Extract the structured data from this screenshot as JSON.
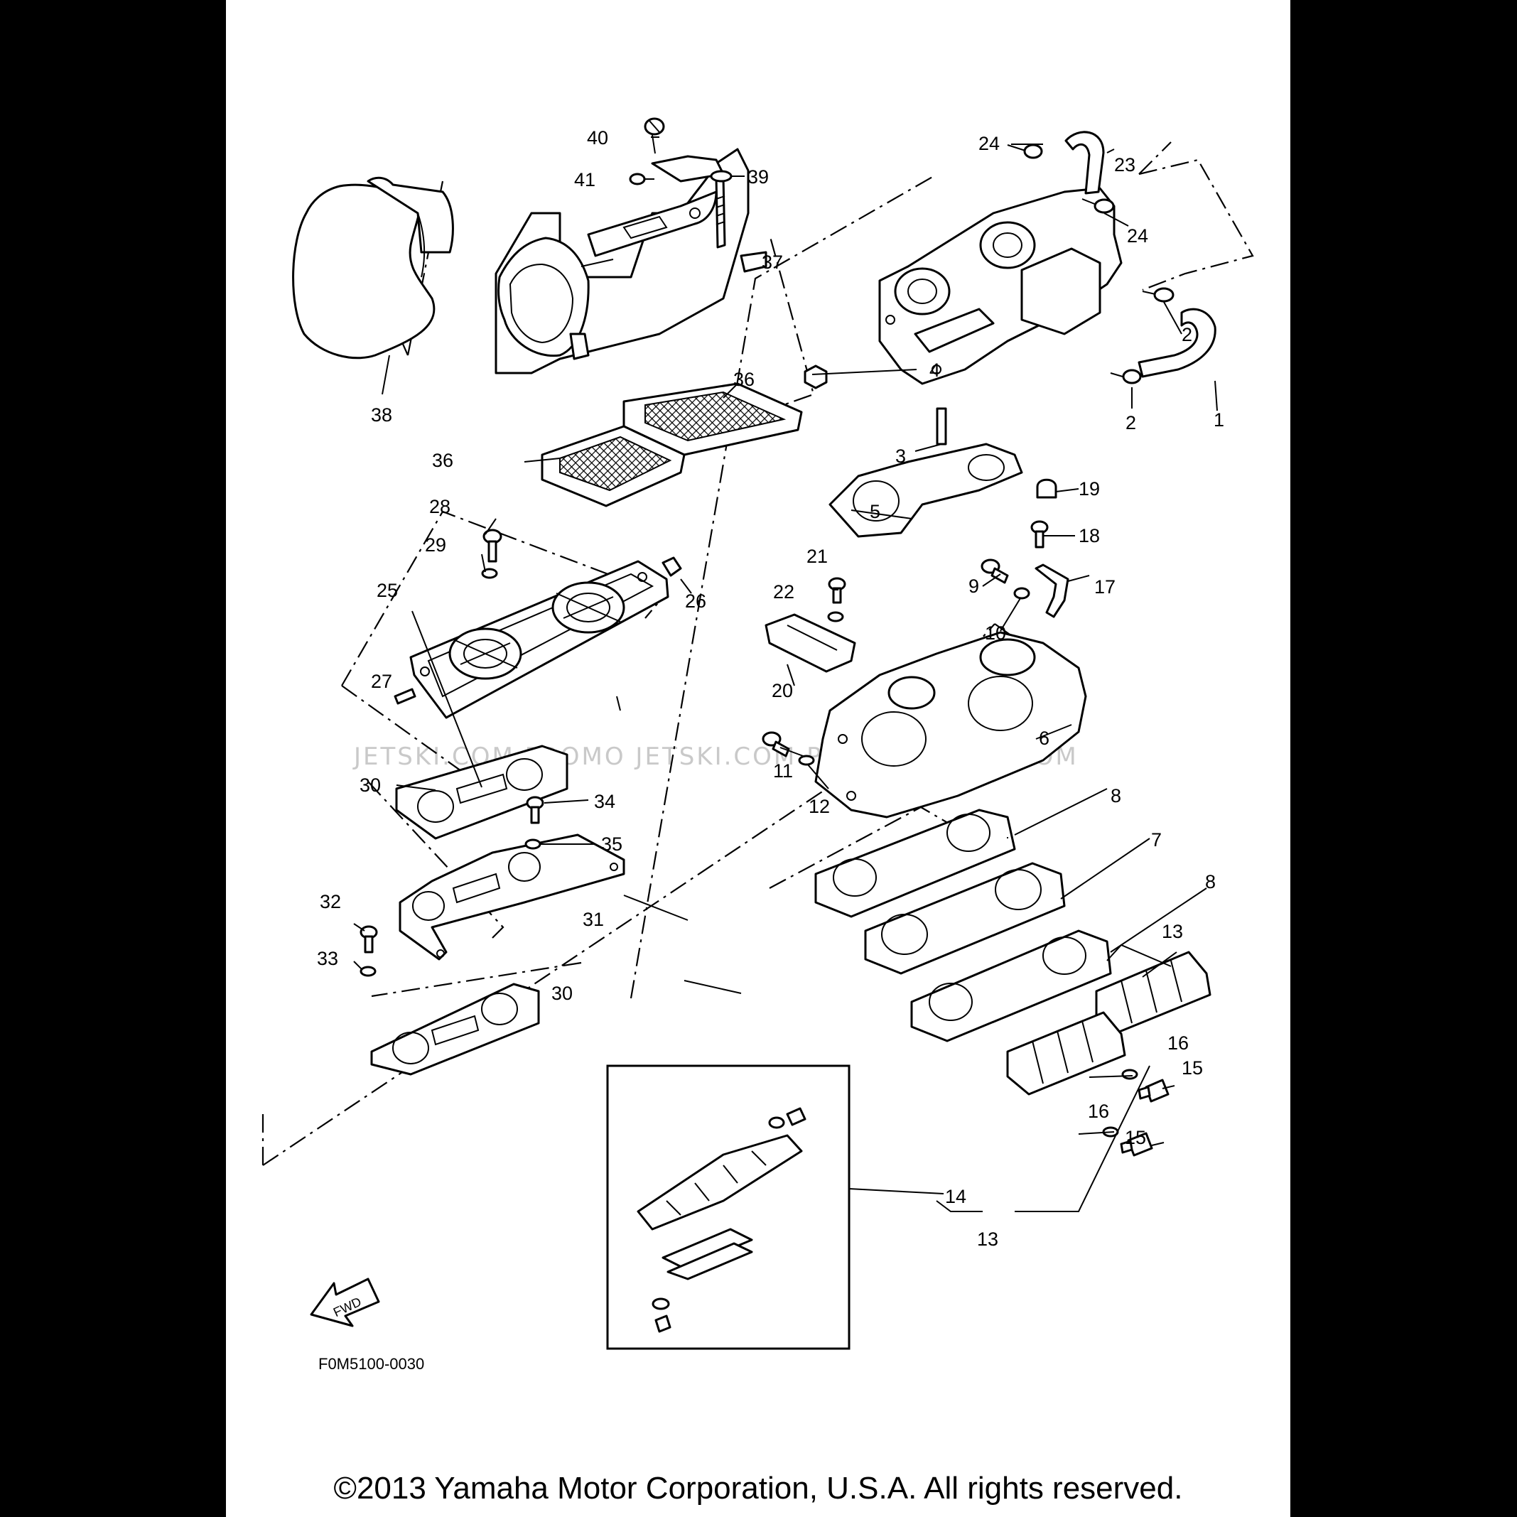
{
  "diagram": {
    "figure_code": "F0M5100-0030",
    "fwd_label": "FWD",
    "watermark": "JETSKI.COM PROMO JETSKI.COM PROMO JETSKI.COM",
    "callouts": [
      "1",
      "2",
      "2",
      "3",
      "4",
      "5",
      "6",
      "7",
      "8",
      "8",
      "9",
      "10",
      "11",
      "12",
      "13",
      "13",
      "14",
      "15",
      "15",
      "16",
      "16",
      "17",
      "18",
      "19",
      "20",
      "21",
      "22",
      "23",
      "24",
      "24",
      "25",
      "26",
      "27",
      "28",
      "29",
      "30",
      "30",
      "31",
      "32",
      "33",
      "34",
      "35",
      "36",
      "36",
      "37",
      "38",
      "39",
      "40",
      "41"
    ]
  },
  "footer": {
    "copyright": "©2013 Yamaha Motor Corporation, U.S.A. All rights reserved."
  }
}
